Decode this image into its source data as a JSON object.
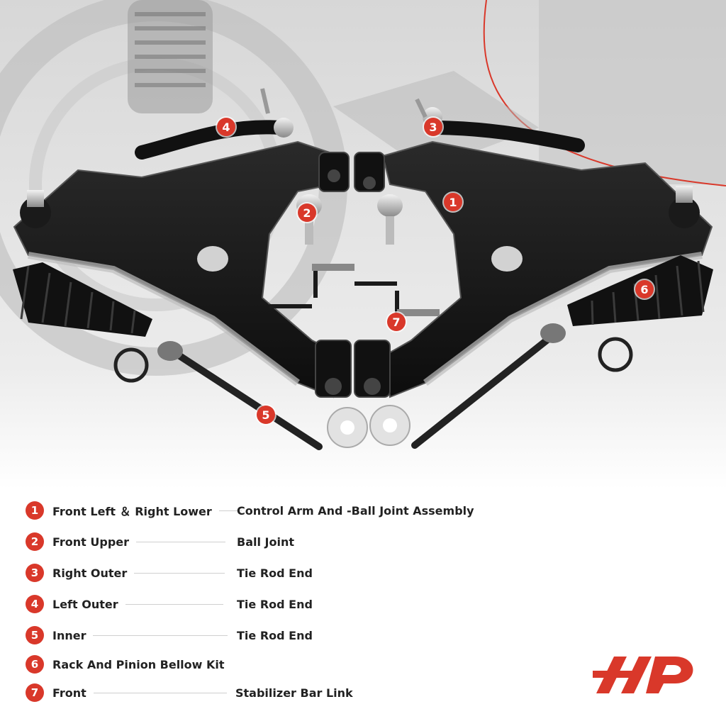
{
  "callouts": [
    "1",
    "2",
    "3",
    "4",
    "5",
    "6",
    "7"
  ],
  "legend": [
    {
      "num": "1",
      "left": "Front Left ＆ Right Lower",
      "right": "Control Arm And -Ball Joint Assembly"
    },
    {
      "num": "2",
      "left": "Front Upper",
      "right": "Ball Joint"
    },
    {
      "num": "3",
      "left": "Right Outer",
      "right": "Tie Rod End"
    },
    {
      "num": "4",
      "left": "Left Outer",
      "right": "Tie Rod End"
    },
    {
      "num": "5",
      "left": "Inner",
      "right": "Tie Rod End"
    },
    {
      "num": "6",
      "left": "Rack And Pinion Bellow Kit",
      "right": ""
    },
    {
      "num": "7",
      "left": "Front",
      "right": "Stabilizer Bar Link"
    }
  ],
  "colors": {
    "accent": "#d9382a",
    "text": "#222222",
    "line": "#cfcfcf"
  },
  "logo_icon": "a-premium-logo-icon"
}
